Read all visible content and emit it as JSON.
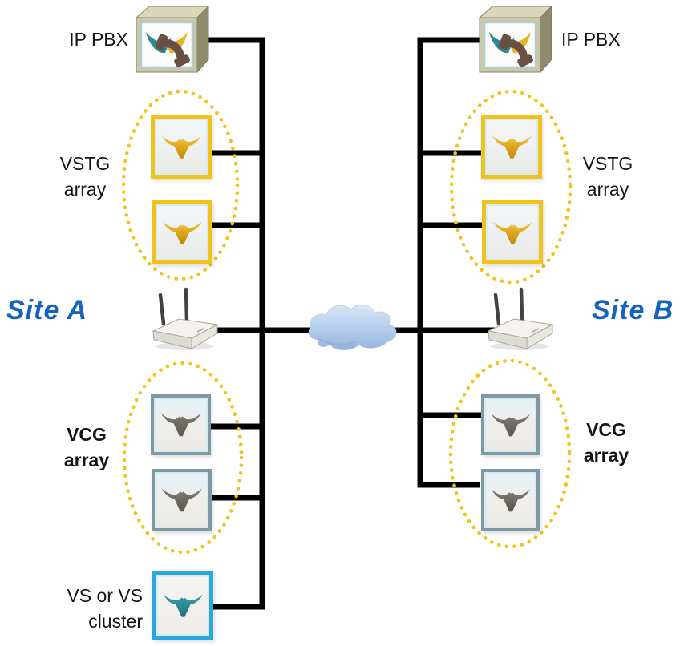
{
  "colors": {
    "line": "#000000",
    "site-label": "#1464BE",
    "dot": "#F2C31B",
    "vstg-border": "#EFC31B",
    "vcg-border": "#7E98A4",
    "vs-border": "#2AA7DE",
    "gold-logo": "#DFA91C",
    "gray-logo": "#6E6862",
    "teal-logo": "#2E8F96",
    "cloud": "#AFC9EA"
  },
  "site_a": {
    "name": "Site A",
    "ip_pbx_label": "IP PBX",
    "vstg_label": "VSTG\narray",
    "vcg_label": "VCG\narray",
    "vs_label": "VS or VS\ncluster"
  },
  "site_b": {
    "name": "Site B",
    "ip_pbx_label": "IP PBX",
    "vstg_label": "VSTG\narray",
    "vcg_label": "VCG\narray"
  },
  "icons": {
    "ip_pbx": "pbx-chassis-icon",
    "vstg": "v-logo-gold-icon",
    "vcg": "v-logo-gray-icon",
    "vs": "v-logo-teal-icon",
    "router": "wireless-router-icon",
    "wan": "cloud-icon"
  }
}
